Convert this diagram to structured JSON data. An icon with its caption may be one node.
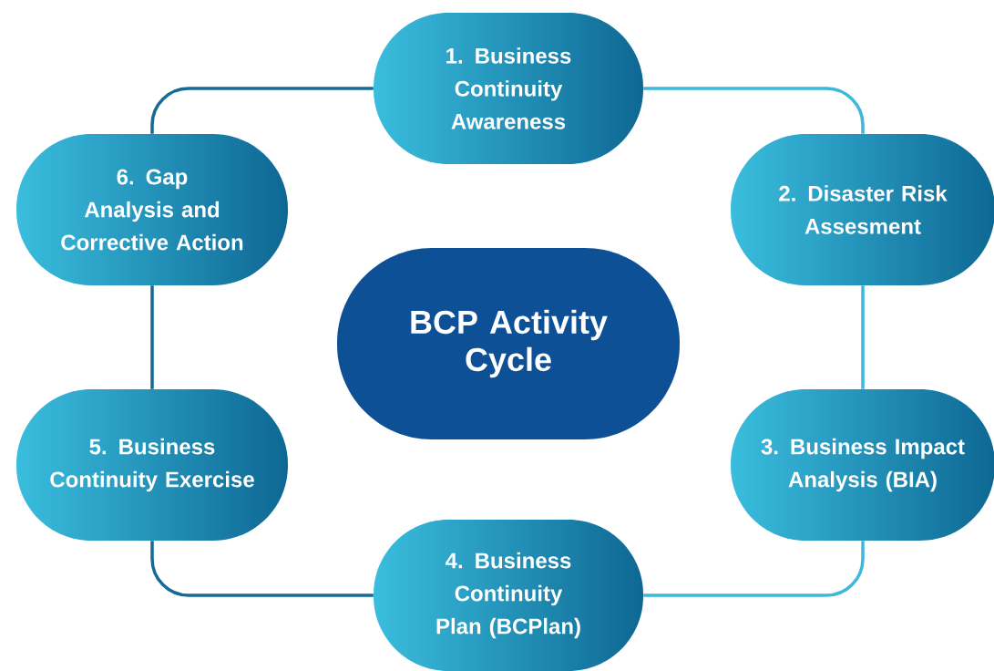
{
  "diagram": {
    "nodes": [
      {
        "text": [
          "1. Business Continuity Awareness"
        ]
      },
      {
        "text": [
          "2. Disaster Risk Assesment"
        ]
      },
      {
        "text": [
          "3. Business Impact Analysis (BIA)"
        ]
      },
      {
        "text": [
          "4. Business Continuity Plan (BCPlan)"
        ]
      },
      {
        "text": [
          "5. Business Continuity Exercise"
        ]
      },
      {
        "text": [
          "6. Gap Analysis and Corrective Action"
        ]
      },
      {
        "text": [
          "BCP Activity Cycle"
        ]
      }
    ],
    "edges": [
      {
        "from": 0,
        "to": 1,
        "arrow": "none",
        "color": "#3cb9da"
      },
      {
        "from": 1,
        "to": 2,
        "arrow": "none",
        "color": "#3cb9da"
      },
      {
        "from": 2,
        "to": 3,
        "arrow": "none",
        "color": "#3cb9da"
      },
      {
        "from": 3,
        "to": 4,
        "arrow": "none",
        "color": "#176a96"
      },
      {
        "from": 4,
        "to": 5,
        "arrow": "none",
        "color": "#176a96"
      },
      {
        "from": 5,
        "to": 0,
        "arrow": "none",
        "color": "#176a96"
      }
    ]
  }
}
